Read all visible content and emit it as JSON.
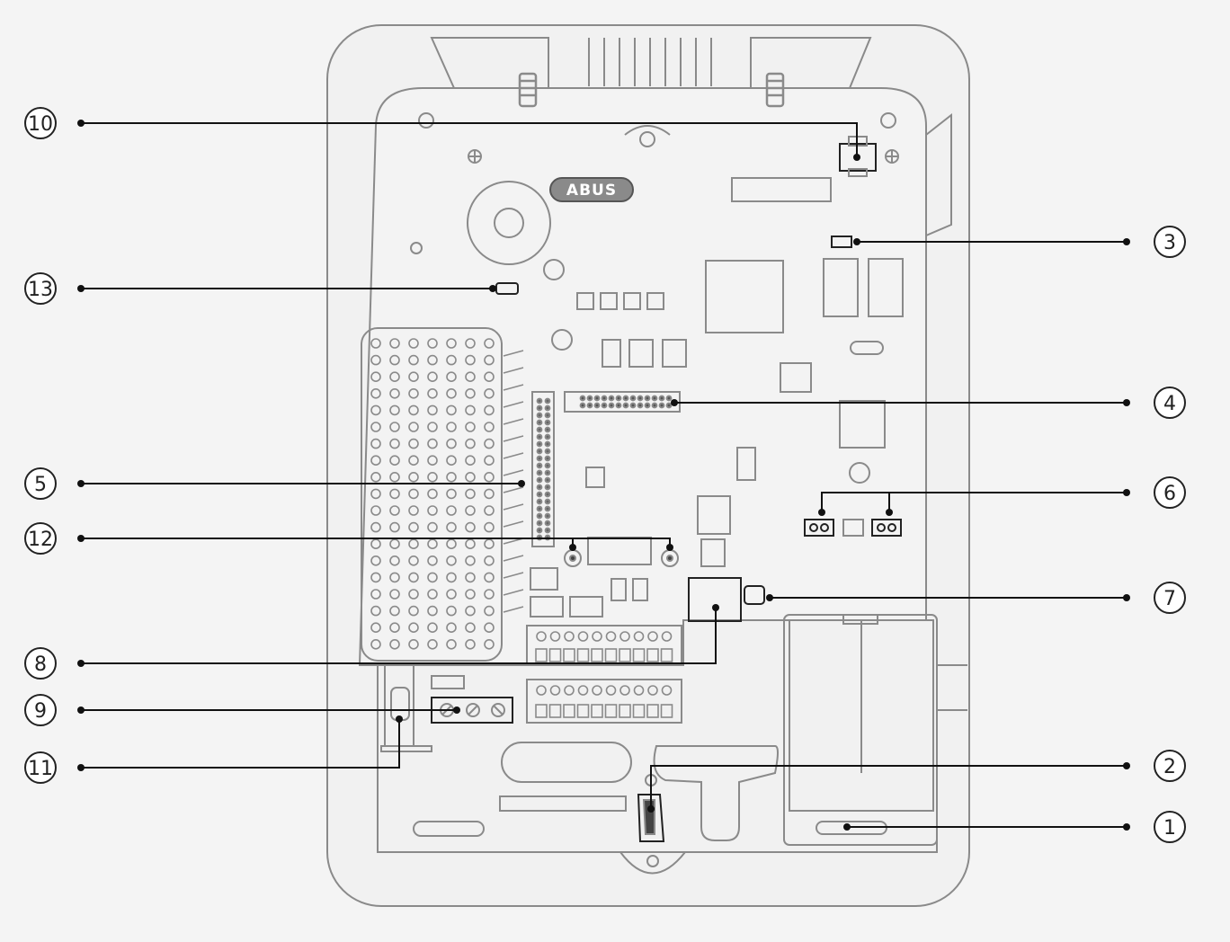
{
  "brand": {
    "logo_text": "ABUS"
  },
  "colors": {
    "background": "#f4f4f4",
    "panel": "#efefef",
    "line": "#8a8a8a",
    "leader": "#111111"
  },
  "callouts": [
    {
      "id": "10",
      "label": "10",
      "side": "left"
    },
    {
      "id": "13",
      "label": "13",
      "side": "left"
    },
    {
      "id": "5",
      "label": "5",
      "side": "left"
    },
    {
      "id": "12",
      "label": "12",
      "side": "left"
    },
    {
      "id": "8",
      "label": "8",
      "side": "left"
    },
    {
      "id": "9",
      "label": "9",
      "side": "left"
    },
    {
      "id": "11",
      "label": "11",
      "side": "left"
    },
    {
      "id": "3",
      "label": "3",
      "side": "right"
    },
    {
      "id": "4",
      "label": "4",
      "side": "right"
    },
    {
      "id": "6",
      "label": "6",
      "side": "right"
    },
    {
      "id": "7",
      "label": "7",
      "side": "right"
    },
    {
      "id": "2",
      "label": "2",
      "side": "right"
    },
    {
      "id": "1",
      "label": "1",
      "side": "right"
    }
  ]
}
